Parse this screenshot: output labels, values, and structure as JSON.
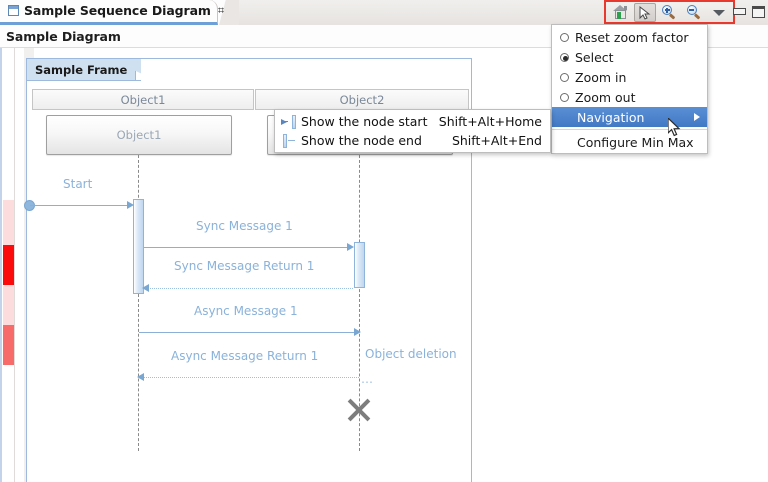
{
  "window": {
    "tab": {
      "label": "Sample Sequence Diagram",
      "close_glyph": "⌗",
      "icon": "diagram-tab-icon"
    },
    "buttons": {
      "minimize": "minimize-icon",
      "maximize": "maximize-icon"
    }
  },
  "toolbar": {
    "highlight_color": "#e8392e",
    "items": [
      {
        "name": "home-icon",
        "label": "Home",
        "pressed": false
      },
      {
        "name": "select-cursor-icon",
        "label": "Select",
        "pressed": true
      },
      {
        "name": "zoom-in-icon",
        "label": "Zoom in",
        "pressed": false
      },
      {
        "name": "zoom-out-icon",
        "label": "Zoom out",
        "pressed": false
      },
      {
        "name": "chevron-down-icon",
        "label": "View menu",
        "pressed": false
      }
    ]
  },
  "header": {
    "title": "Sample Diagram"
  },
  "menu": {
    "items": [
      {
        "label": "Reset zoom factor",
        "type": "radio",
        "checked": false,
        "selected": false
      },
      {
        "label": "Select",
        "type": "radio",
        "checked": true,
        "selected": false
      },
      {
        "label": "Zoom in",
        "type": "radio",
        "checked": false,
        "selected": false
      },
      {
        "label": "Zoom out",
        "type": "radio",
        "checked": false,
        "selected": false
      },
      {
        "label": "Navigation",
        "type": "submenu",
        "checked": false,
        "selected": true
      },
      {
        "label": "Configure Min Max",
        "type": "plain",
        "checked": false,
        "selected": false
      }
    ]
  },
  "submenu": {
    "items": [
      {
        "label": "Show the node start",
        "shortcut": "Shift+Alt+Home",
        "icon": "node-start-icon"
      },
      {
        "label": "Show the node end",
        "shortcut": "Shift+Alt+End",
        "icon": "node-end-icon"
      }
    ]
  },
  "diagram": {
    "frame_label": "Sample Frame",
    "columns": [
      {
        "header": "Object1"
      },
      {
        "header": "Object2"
      }
    ],
    "lifelines": [
      {
        "label": "Object1"
      },
      {
        "label": "Object2"
      }
    ],
    "messages": [
      {
        "label": "Start",
        "kind": "found"
      },
      {
        "label": "Sync Message 1",
        "kind": "sync"
      },
      {
        "label": "Sync Message Return 1",
        "kind": "return"
      },
      {
        "label": "Async Message 1",
        "kind": "async"
      },
      {
        "label": "Async Message Return 1",
        "kind": "async-return"
      }
    ],
    "annotations": [
      {
        "label": "Object deletion"
      },
      {
        "label": "…"
      }
    ]
  },
  "ruler": {
    "markers": [
      {
        "color": "#fcdcdc"
      },
      {
        "color": "#fb0b0b"
      },
      {
        "color": "#fcdcdc"
      },
      {
        "color": "#f76b6b"
      }
    ]
  }
}
